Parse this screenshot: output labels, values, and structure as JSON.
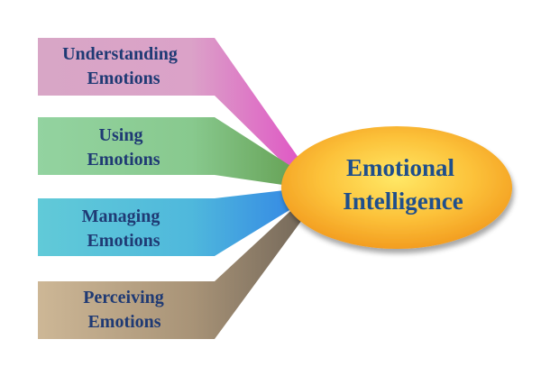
{
  "center": {
    "line1": "Emotional",
    "line2": "Intelligence"
  },
  "branches": [
    {
      "line1": "Understanding",
      "line2": "Emotions",
      "color": "#d9a2c4"
    },
    {
      "line1": "Using",
      "line2": "Emotions",
      "color": "#8fd09c"
    },
    {
      "line1": "Managing",
      "line2": "Emotions",
      "color": "#5ec8d6"
    },
    {
      "line1": "Perceiving",
      "line2": "Emotions",
      "color": "#c9b493"
    }
  ],
  "colors": {
    "ellipse_inner": "#ffe25c",
    "ellipse_outer": "#f5a623",
    "text": "#1f3a74"
  }
}
